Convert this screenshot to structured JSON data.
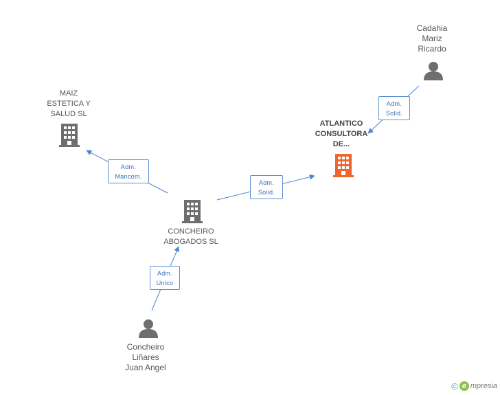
{
  "nodes": {
    "maiz": {
      "lines": [
        "MAIZ",
        "ESTETICA Y",
        "SALUD SL"
      ],
      "kind": "company"
    },
    "atlantico": {
      "lines": [
        "ATLANTICO",
        "CONSULTORA",
        "DE..."
      ],
      "kind": "company-focus"
    },
    "concheiro_sl": {
      "lines": [
        "CONCHEIRO",
        "ABOGADOS SL"
      ],
      "kind": "company"
    },
    "cadahia": {
      "lines": [
        "Cadahia",
        "Mariz",
        "Ricardo"
      ],
      "kind": "person"
    },
    "concheiro_person": {
      "lines": [
        "Concheiro",
        "Liñares",
        "Juan Angel"
      ],
      "kind": "person"
    }
  },
  "relations": {
    "adm_mancom": {
      "lines": [
        "Adm.",
        "Mancom."
      ]
    },
    "adm_solid_1": {
      "lines": [
        "Adm.",
        "Solid."
      ]
    },
    "adm_solid_2": {
      "lines": [
        "Adm.",
        "Solid."
      ]
    },
    "adm_unico": {
      "lines": [
        "Adm.",
        "Unico"
      ]
    }
  },
  "colors": {
    "company_icon": "#6e6e6e",
    "focus_icon": "#f0642d",
    "person_icon": "#6e6e6e",
    "edge": "#4a86d4"
  },
  "icons": {
    "company": "building-icon",
    "person": "person-icon"
  },
  "brand": {
    "copyright": "©",
    "letter": "e",
    "name": "mpresia"
  }
}
